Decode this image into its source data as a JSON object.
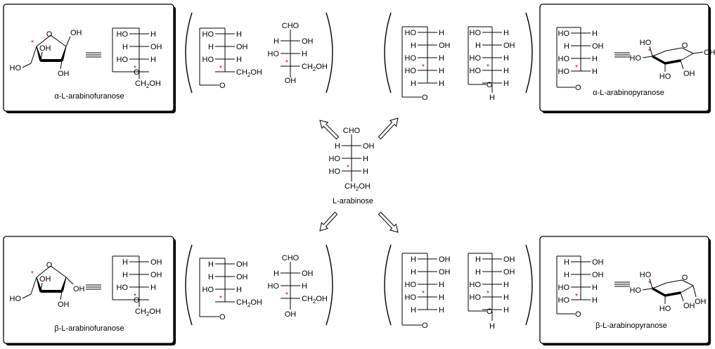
{
  "labels": {
    "center": "L-arabinose",
    "alpha_furanose": "α-L-arabinofuranose",
    "beta_furanose": "β-L-arabinofuranose",
    "alpha_pyranose": "α-L-arabinopyranose",
    "beta_pyranose": "β-L-arabinopyranose"
  },
  "groups": {
    "ho": "HO",
    "h": "H",
    "oh": "OH",
    "o": "O",
    "cho": "CHO",
    "ch2oh": "CH",
    "ch2oh_sub": "2",
    "ch2oh_end": "OH",
    "star": "*",
    "equiv": "≡"
  },
  "colors": {
    "stereocenter_marker": "#cc0000",
    "ink": "#000000",
    "background": "#ffffff"
  }
}
